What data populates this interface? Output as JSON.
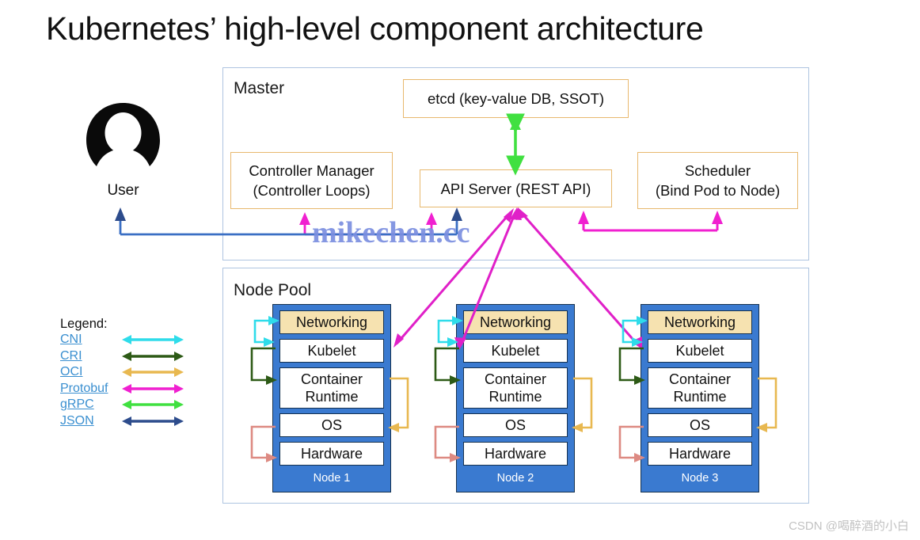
{
  "title": "Kubernetes’ high-level component architecture",
  "user": {
    "label": "User",
    "icon": "user-avatar-icon"
  },
  "master": {
    "label": "Master",
    "boxes": [
      {
        "id": "etcd",
        "text": "etcd (key-value DB, SSOT)"
      },
      {
        "id": "controller-manager",
        "line1": "Controller Manager",
        "line2": "(Controller Loops)"
      },
      {
        "id": "api-server",
        "text": "API Server (REST API)"
      },
      {
        "id": "scheduler",
        "line1": "Scheduler",
        "line2": "(Bind Pod to Node)"
      }
    ]
  },
  "node_pool": {
    "label": "Node Pool",
    "layers": [
      "Networking",
      "Kubelet",
      "Container Runtime",
      "OS",
      "Hardware"
    ],
    "nodes": [
      {
        "name": "Node 1"
      },
      {
        "name": "Node 2"
      },
      {
        "name": "Node 3"
      }
    ]
  },
  "legend": {
    "title": "Legend:",
    "items": [
      {
        "label": "CNI",
        "color": "#2fdcea"
      },
      {
        "label": "CRI",
        "color": "#2d5a16"
      },
      {
        "label": "OCI",
        "color": "#e8b850"
      },
      {
        "label": "Protobuf",
        "color": "#f020d0"
      },
      {
        "label": "gRPC",
        "color": "#40e040"
      },
      {
        "label": "JSON",
        "color": "#2d4c8c"
      }
    ]
  },
  "watermarks": {
    "site": "mikechen.cc",
    "csdn": "CSDN @喝醉酒的小白"
  },
  "colors": {
    "panel_border": "#aec4e0",
    "master_box_border": "#e8b86d",
    "node_fill": "#3a7ad0",
    "node_border": "#17324f",
    "networking_fill": "#f6e2b0",
    "legend_link": "#3a8fd0",
    "hardware_arrow": "#dd8a82"
  }
}
